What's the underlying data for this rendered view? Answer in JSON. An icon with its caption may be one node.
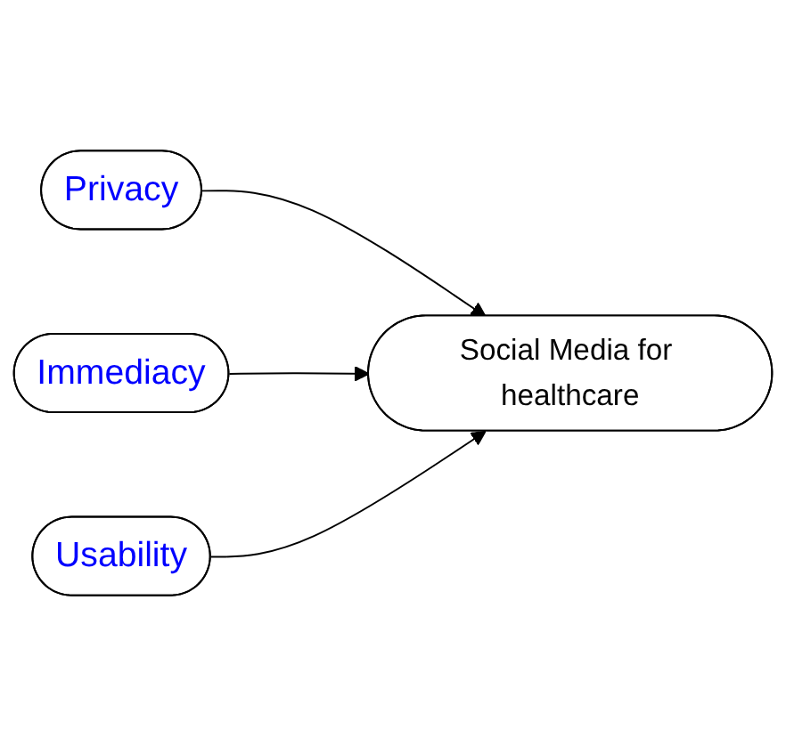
{
  "diagram": {
    "nodes": [
      {
        "text": [
          "Privacy"
        ]
      },
      {
        "text": [
          "Immediacy"
        ]
      },
      {
        "text": [
          "Usability"
        ]
      },
      {
        "text": [
          "Social Media for healthcare"
        ]
      }
    ],
    "edges": [
      {
        "from": 0,
        "to": 3,
        "arrow": "to"
      },
      {
        "from": 1,
        "to": 3,
        "arrow": "to"
      },
      {
        "from": 2,
        "to": 3,
        "arrow": "to"
      }
    ]
  }
}
